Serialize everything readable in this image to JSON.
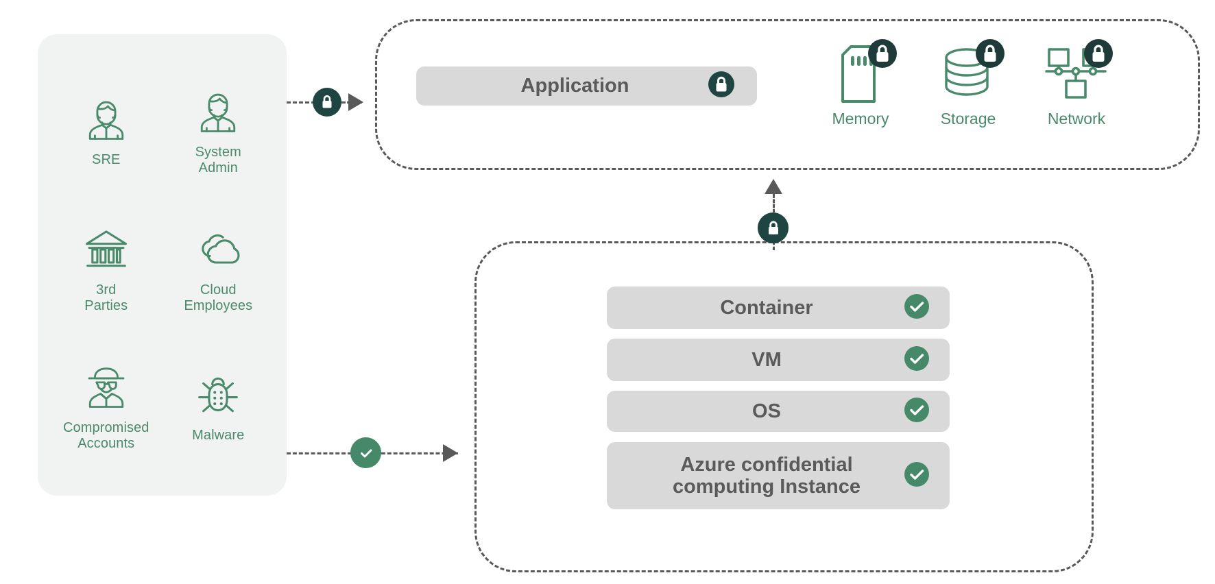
{
  "diagram": {
    "title": "Azure confidential computing trust boundary diagram",
    "colors": {
      "green": "#4a8a6b",
      "dark_teal": "#1f4543",
      "check_green": "#458968",
      "chip_gray": "#d9d9d9",
      "panel_gray": "#f1f2f2",
      "dash_gray": "#595959",
      "chip_text": "#5a5a5a"
    }
  },
  "actors_panel": {
    "name": "threat-actors-panel",
    "items": [
      {
        "label": "SRE",
        "icon": "person-icon"
      },
      {
        "label": "System\nAdmin",
        "label_line1": "System",
        "label_line2": "Admin",
        "icon": "person-icon"
      },
      {
        "label": "3rd\nParties",
        "label_line1": "3rd",
        "label_line2": "Parties",
        "icon": "bank-icon"
      },
      {
        "label": "Cloud\nEmployees",
        "label_line1": "Cloud",
        "label_line2": "Employees",
        "icon": "cloud-icon"
      },
      {
        "label": "Compromised\nAccounts",
        "label_line1": "Compromised",
        "label_line2": "Accounts",
        "icon": "spy-icon"
      },
      {
        "label": "Malware",
        "icon": "bug-icon"
      }
    ]
  },
  "top_zone": {
    "name": "application-trust-zone",
    "application_chip": {
      "label": "Application",
      "badge": "lock-icon"
    },
    "resources": [
      {
        "label": "Memory",
        "icon": "memory-card-icon",
        "badge": "lock-icon"
      },
      {
        "label": "Storage",
        "icon": "database-cylinder-icon",
        "badge": "lock-icon"
      },
      {
        "label": "Network",
        "icon": "network-nodes-icon",
        "badge": "lock-icon"
      }
    ]
  },
  "bottom_zone": {
    "name": "confidential-computing-zone",
    "stack": [
      {
        "label": "Container",
        "badge": "check-icon"
      },
      {
        "label": "VM",
        "badge": "check-icon"
      },
      {
        "label": "OS",
        "badge": "check-icon"
      },
      {
        "label": "Azure confidential computing Instance",
        "label_line1": "Azure confidential",
        "label_line2": "computing Instance",
        "badge": "check-icon"
      }
    ]
  },
  "connectors": [
    {
      "name": "actors-to-application",
      "badge": "lock-icon",
      "style": "dashed-arrow-right"
    },
    {
      "name": "actors-to-confidential-computing",
      "badge": "check-icon",
      "style": "dashed-arrow-right"
    },
    {
      "name": "confidential-computing-to-application",
      "badge": "lock-icon",
      "style": "dashed-arrow-up"
    }
  ]
}
